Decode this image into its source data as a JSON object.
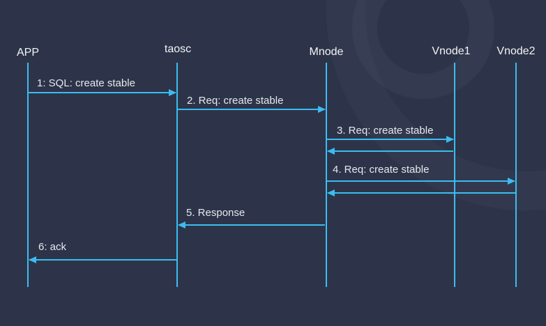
{
  "diagram": {
    "type": "sequence-diagram",
    "colors": {
      "background": "#2d3449",
      "line_and_arrow": "#3abdf2",
      "actor_text": "#f2f4f8",
      "message_text": "#e6e9ef"
    }
  },
  "actors": [
    {
      "name": "APP"
    },
    {
      "name": "taosc"
    },
    {
      "name": "Mnode"
    },
    {
      "name": "Vnode1"
    },
    {
      "name": "Vnode2"
    }
  ],
  "messages": [
    {
      "label": "1: SQL: create stable",
      "from": "APP",
      "to": "taosc",
      "kind": "request"
    },
    {
      "label": "2. Req: create stable",
      "from": "taosc",
      "to": "Mnode",
      "kind": "request"
    },
    {
      "label": "3. Req: create stable",
      "from": "Mnode",
      "to": "Vnode1",
      "kind": "request"
    },
    {
      "label": "",
      "from": "Vnode1",
      "to": "Mnode",
      "kind": "return"
    },
    {
      "label": "4. Req: create stable",
      "from": "Mnode",
      "to": "Vnode2",
      "kind": "request"
    },
    {
      "label": "",
      "from": "Vnode2",
      "to": "Mnode",
      "kind": "return"
    },
    {
      "label": "5. Response",
      "from": "Mnode",
      "to": "taosc",
      "kind": "response"
    },
    {
      "label": "6: ack",
      "from": "taosc",
      "to": "APP",
      "kind": "response"
    }
  ]
}
